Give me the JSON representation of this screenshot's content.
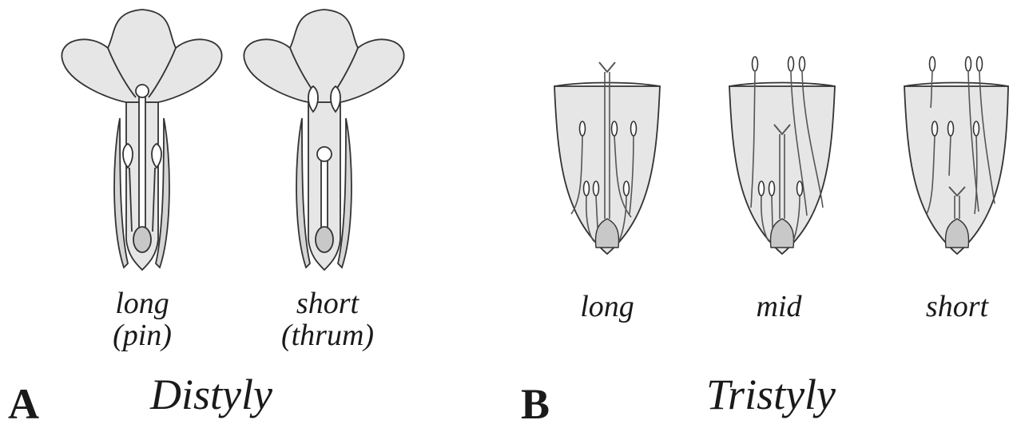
{
  "panels": [
    {
      "letter": "A",
      "title": "Distyly",
      "morphs": [
        {
          "line1": "long",
          "line2": "(pin)"
        },
        {
          "line1": "short",
          "line2": "(thrum)"
        }
      ]
    },
    {
      "letter": "B",
      "title": "Tristyly",
      "morphs": [
        {
          "line1": "long"
        },
        {
          "line1": "mid"
        },
        {
          "line1": "short"
        }
      ]
    }
  ],
  "colors": {
    "fill": "#e6e6e6",
    "ovary": "#c8c8c8",
    "stroke": "#333333",
    "filament": "#555555"
  }
}
